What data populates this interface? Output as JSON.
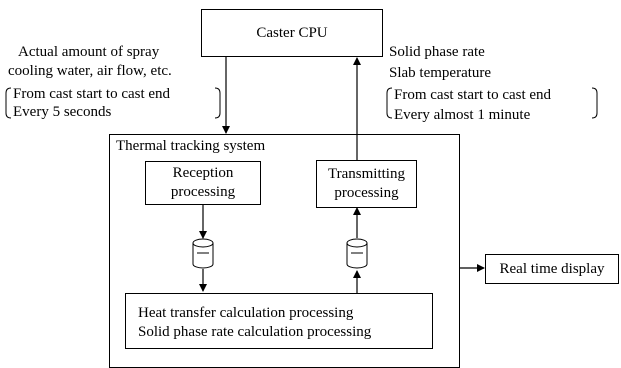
{
  "caster_cpu": {
    "label": "Caster CPU"
  },
  "input_note": {
    "line1": "Actual amount of spray",
    "line2": "cooling water, air flow, etc.",
    "range": "From cast start to cast end",
    "interval": "Every 5 seconds"
  },
  "output_note": {
    "line1": "Solid phase rate",
    "line2": "Slab temperature",
    "range": "From cast start to cast end",
    "interval": "Every almost 1 minute"
  },
  "thermal_tracking_system": {
    "label": "Thermal tracking system"
  },
  "reception": {
    "line1": "Reception",
    "line2": "processing"
  },
  "transmitting": {
    "line1": "Transmitting",
    "line2": "processing"
  },
  "calculation": {
    "line1": "Heat transfer calculation processing",
    "line2": "Solid phase rate calculation processing"
  },
  "real_time_display": {
    "label": "Real time display"
  }
}
